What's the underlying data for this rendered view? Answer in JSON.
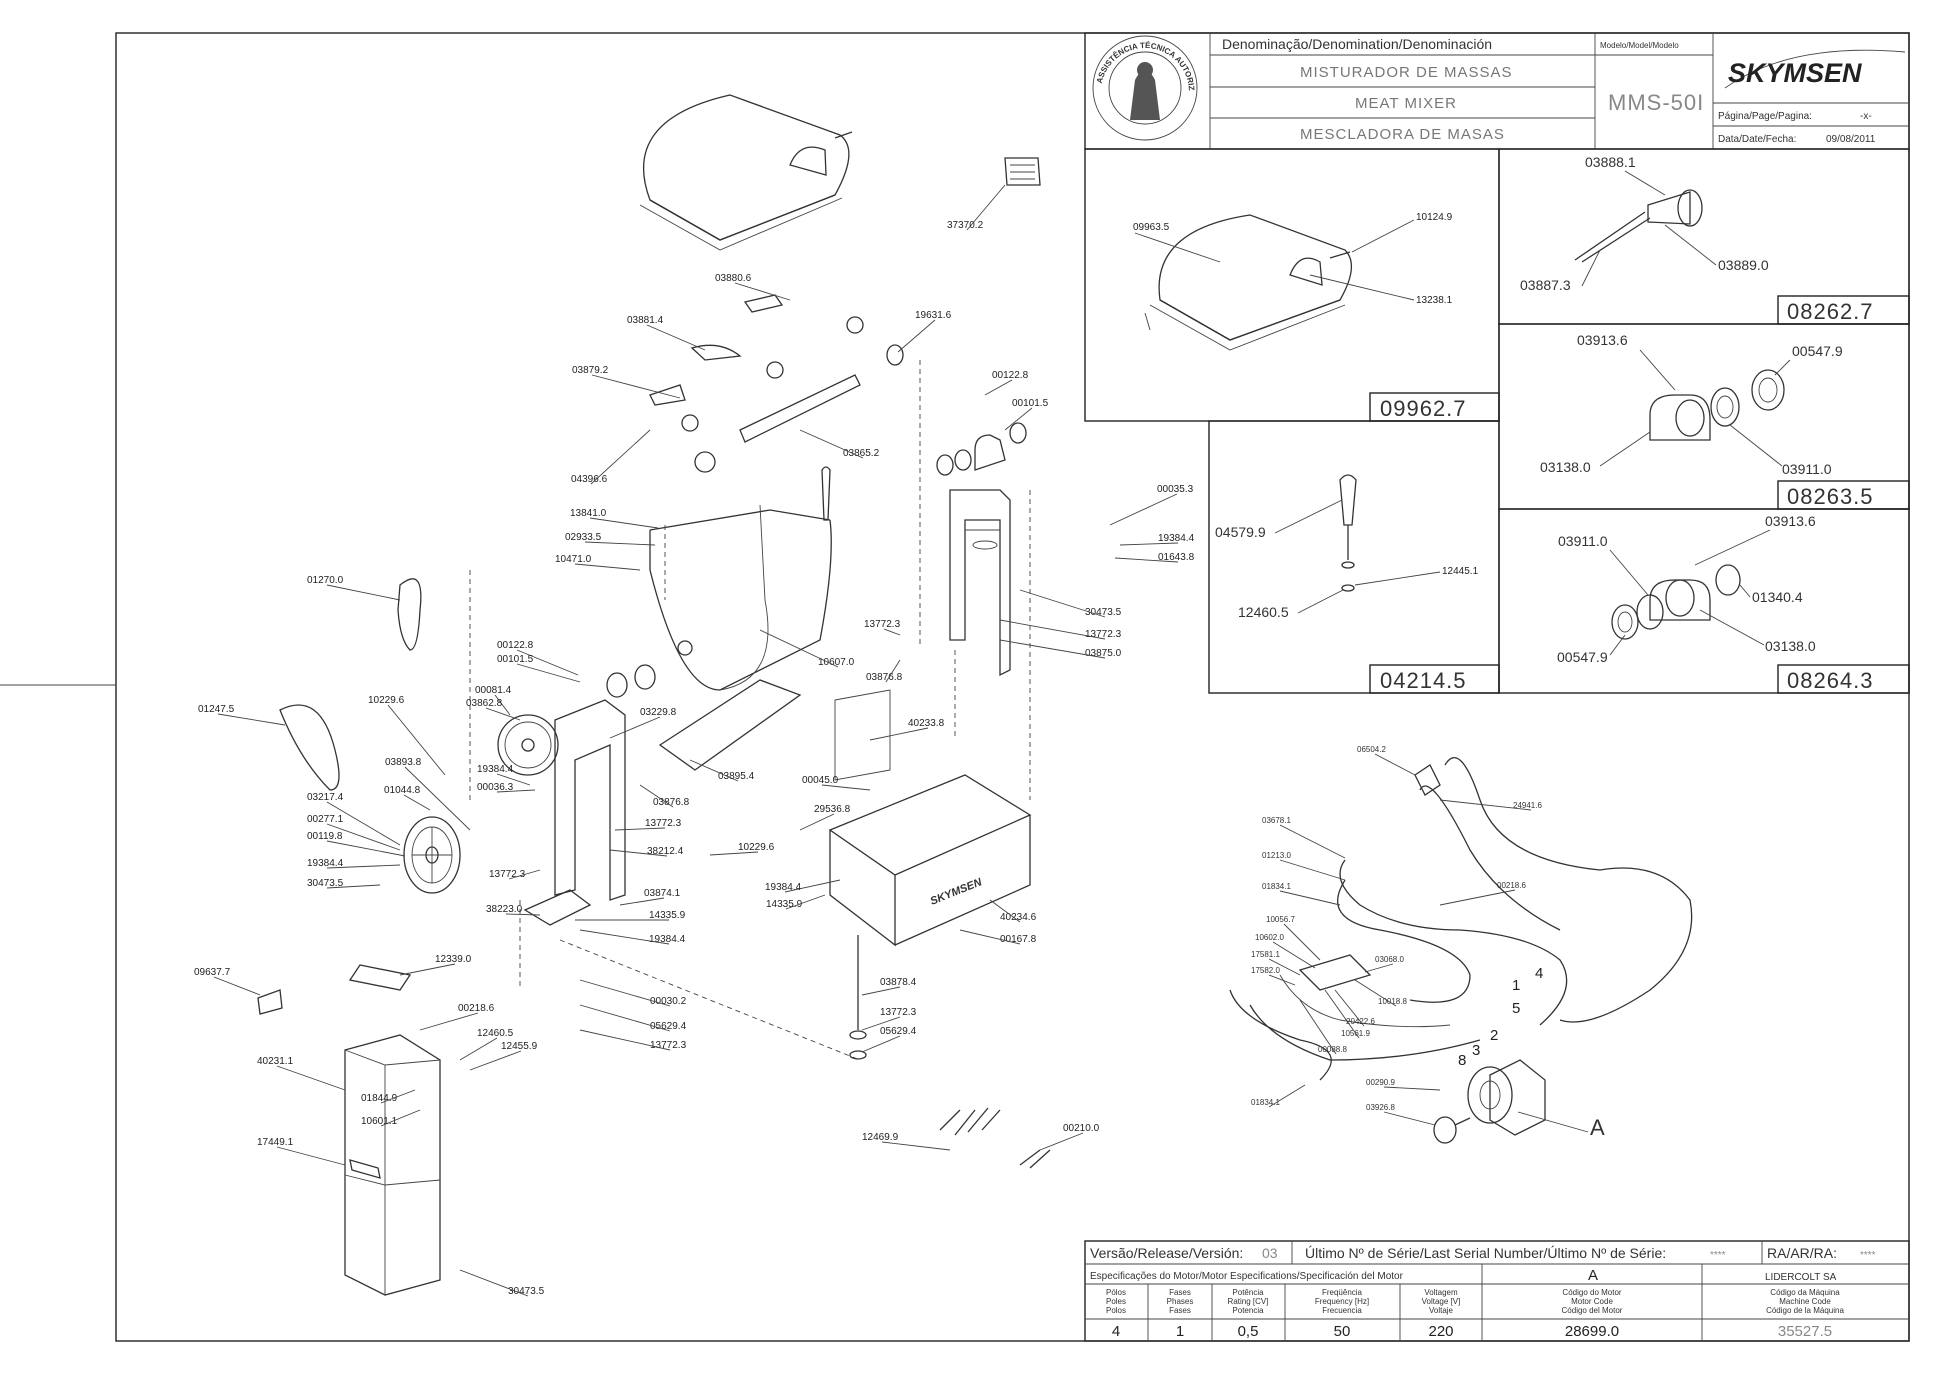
{
  "title_block": {
    "denomination_header": "Denominação/Denomination/Denominación",
    "model_header": "Modelo/Model/Modelo",
    "name_pt": "MISTURADOR DE MASSAS",
    "name_en": "MEAT MIXER",
    "name_es": "MESCLADORA DE MASAS",
    "model": "MMS-50I",
    "brand": "SKYMSEN",
    "seal_text": "ASSISTÊNCIA TÉCNICA AUTORIZADA",
    "page_label": "Página/Page/Pagina:",
    "page_value": "-x-",
    "date_label": "Data/Date/Fecha:",
    "date_value": "09/08/2011"
  },
  "detail_boxes": [
    {
      "code": "09962.7",
      "parts": [
        "09963.5",
        "10124.9",
        "13238.1"
      ]
    },
    {
      "code": "08262.7",
      "parts": [
        "03888.1",
        "03887.3",
        "03889.0"
      ]
    },
    {
      "code": "08263.5",
      "parts": [
        "03913.6",
        "00547.9",
        "03911.0",
        "03138.0"
      ]
    },
    {
      "code": "04214.5",
      "parts": [
        "04579.9",
        "12445.1",
        "12460.5"
      ]
    },
    {
      "code": "08264.3",
      "parts": [
        "03911.0",
        "03913.6",
        "01340.4",
        "00547.9",
        "03138.0"
      ]
    }
  ],
  "part_labels": [
    "37370.2",
    "03880.6",
    "03881.4",
    "19631.6",
    "03879.2",
    "00122.8",
    "00101.5",
    "03865.2",
    "04396.6",
    "13841.0",
    "02933.5",
    "10471.0",
    "00035.3",
    "19384.4",
    "01643.8",
    "01270.0",
    "30473.5",
    "13772.3",
    "03875.0",
    "10607.0",
    "13772.3",
    "03876.8",
    "00122.8",
    "00101.5",
    "00081.4",
    "03862.8",
    "03229.8",
    "10229.6",
    "01247.5",
    "03893.8",
    "40233.8",
    "19384.4",
    "00036.3",
    "03895.4",
    "01044.8",
    "00045.0",
    "03217.4",
    "00277.1",
    "00119.8",
    "19384.4",
    "30473.5",
    "03876.8",
    "13772.3",
    "13772.3",
    "38212.4",
    "10229.6",
    "29536.8",
    "19384.4",
    "14335.9",
    "03874.1",
    "38223.0",
    "14335.9",
    "19384.4",
    "40234.6",
    "00167.8",
    "09637.7",
    "12339.0",
    "00218.6",
    "03878.4",
    "00030.2",
    "05629.4",
    "13772.3",
    "13772.3",
    "05629.4",
    "12460.5",
    "12455.9",
    "40231.1",
    "01844.9",
    "10601.1",
    "17449.1",
    "12469.9",
    "00210.0",
    "30473.5"
  ],
  "wiring_labels": [
    "06504.2",
    "24941.6",
    "03678.1",
    "01213.0",
    "00218.6",
    "01834.1",
    "10056.7",
    "10602.0",
    "03068.0",
    "17581.1",
    "17582.0",
    "10018.8",
    "20422.6",
    "10561.9",
    "00088.8",
    "00290.9",
    "03926.8",
    "01834.1"
  ],
  "wire_numbers": [
    "4",
    "1",
    "5",
    "2",
    "3",
    "8"
  ],
  "motor_label": "A",
  "bottom_block": {
    "release_label": "Versão/Release/Versión:",
    "release_value": "03",
    "serial_label": "Último Nº de Série/Last Serial Number/Último Nº de Série:",
    "serial_value": "****",
    "ra_label": "RA/AR/RA:",
    "ra_value": "****",
    "motor_spec_label": "Especificações do Motor/Motor Especifications/Specificación del Motor",
    "motor_letter": "A",
    "manufacturer": "LIDERCOLT SA",
    "col_poles": [
      "Pólos",
      "Poles",
      "Polos"
    ],
    "col_phases": [
      "Fases",
      "Phases",
      "Fases"
    ],
    "col_power": [
      "Potência",
      "Rating [CV]",
      "Potencia"
    ],
    "col_freq": [
      "Freqüência",
      "Frequency [Hz]",
      "Frecuencia"
    ],
    "col_volt": [
      "Voltagem",
      "Voltage [V]",
      "Voltaje"
    ],
    "col_motor_code": [
      "Código do Motor",
      "Motor Code",
      "Código del Motor"
    ],
    "col_machine_code": [
      "Código da Máquina",
      "Machine Code",
      "Código de la Máquina"
    ],
    "poles": "4",
    "phases": "1",
    "power": "0,5",
    "frequency": "50",
    "voltage": "220",
    "motor_code": "28699.0",
    "machine_code": "35527.5"
  }
}
